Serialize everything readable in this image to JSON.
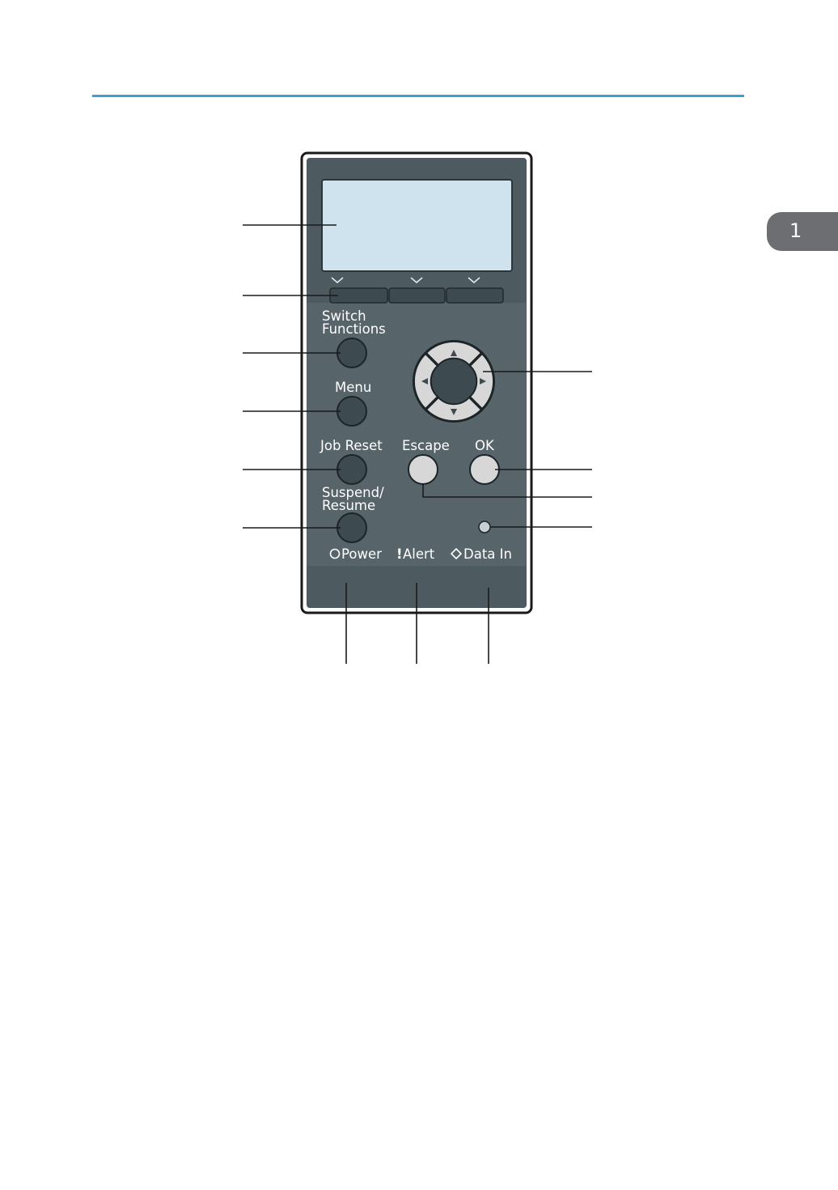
{
  "chapter_tab": "1",
  "panel": {
    "buttons": {
      "switch_functions": [
        "Switch",
        "Functions"
      ],
      "menu": "Menu",
      "job_reset": "Job Reset",
      "escape": "Escape",
      "ok": "OK",
      "suspend_resume": [
        "Suspend/",
        "Resume"
      ]
    },
    "indicators": {
      "power": "Power",
      "alert": "Alert",
      "data_in": "Data In"
    },
    "colors": {
      "panel_body": "#4d5a60",
      "display": "#cfe3ee",
      "dark_button": "#3d4a50",
      "light_button": "#d7d7d7",
      "accent_rule": "#3aa0d2"
    }
  }
}
